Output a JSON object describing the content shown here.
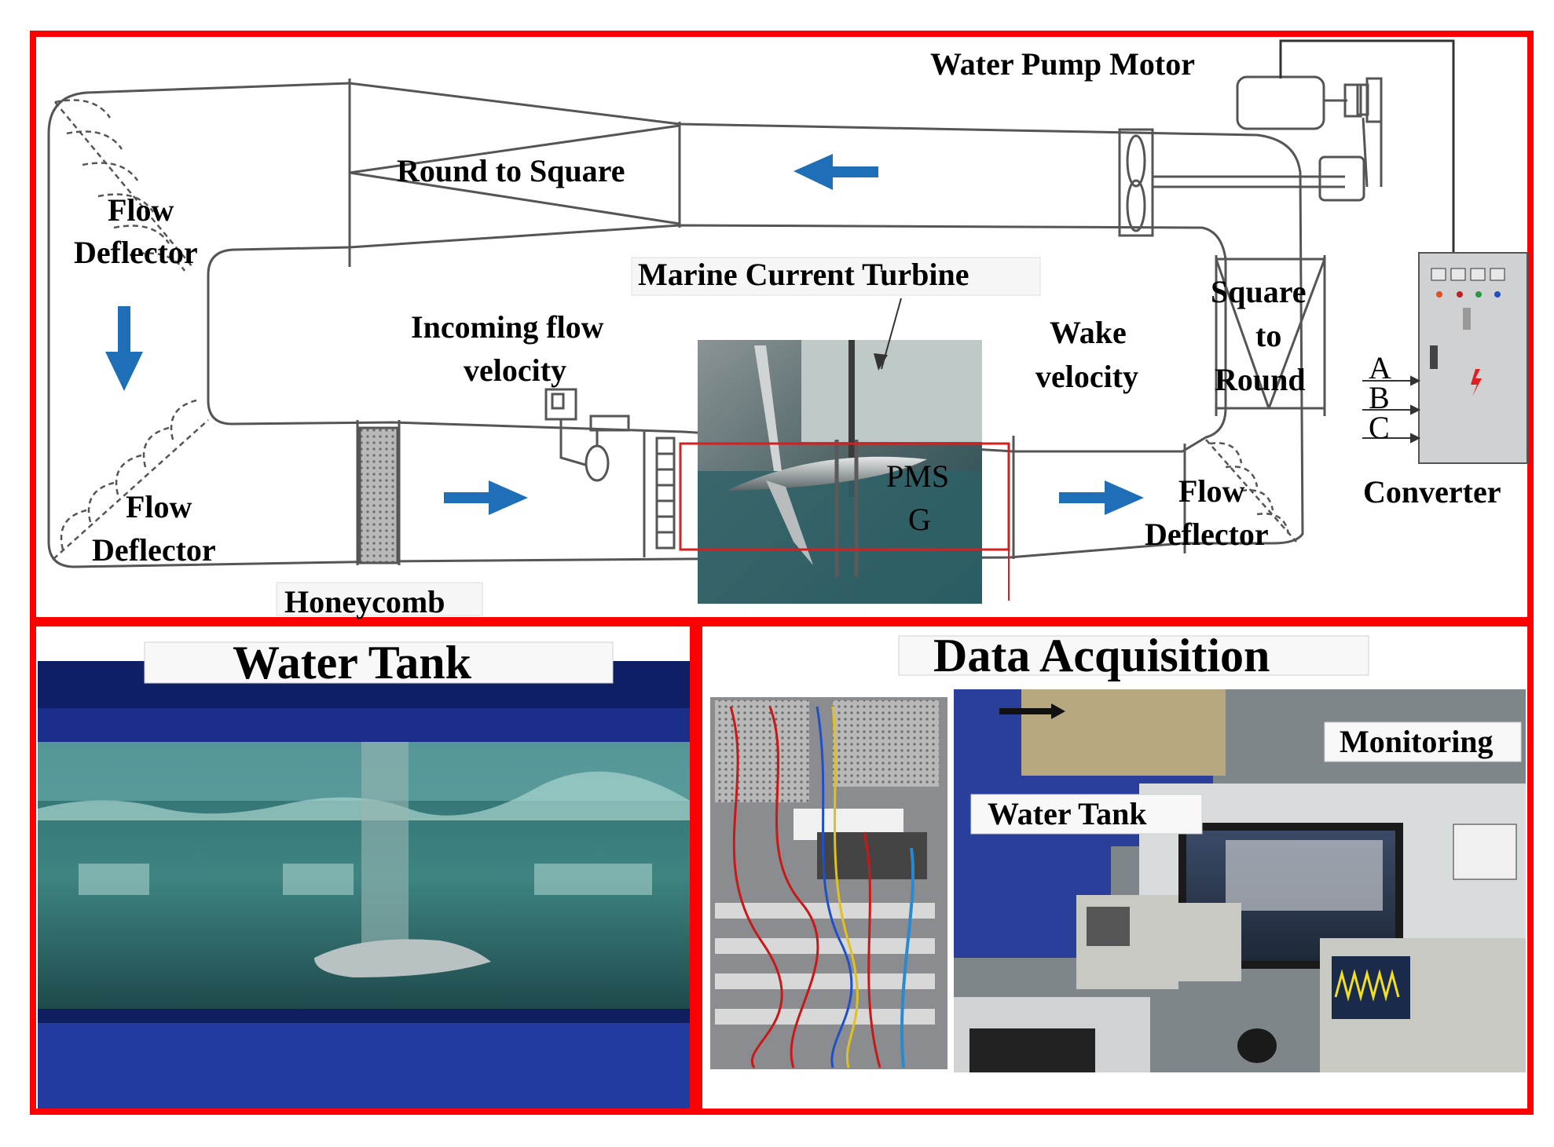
{
  "top": {
    "labels": {
      "water_pump_motor": "Water Pump Motor",
      "round_to_square": "Round to Square",
      "flow_deflector_top_1": "Flow",
      "flow_deflector_top_2": "Deflector",
      "marine_current_turbine": "Marine Current Turbine",
      "incoming_flow_1": "Incoming flow",
      "incoming_flow_2": "velocity",
      "wake_1": "Wake",
      "wake_2": "velocity",
      "square_to_round_1": "Square",
      "square_to_round_2": "to",
      "square_to_round_3": "Round",
      "flow_deflector_bl_1": "Flow",
      "flow_deflector_bl_2": "Deflector",
      "flow_deflector_br_1": "Flow",
      "flow_deflector_br_2": "Deflector",
      "honeycomb": "Honeycomb",
      "pmsg_1": "PMS",
      "pmsg_2": "G",
      "phase_a": "A",
      "phase_b": "B",
      "phase_c": "C",
      "converter": "Converter"
    }
  },
  "bottom_left": {
    "title": "Water Tank"
  },
  "bottom_right": {
    "title": "Data Acquisition",
    "label_monitoring": "Monitoring",
    "label_water_tank": "Water Tank"
  },
  "colors": {
    "frame_red": "#ff0000",
    "arrow_blue": "#1f6fb8",
    "tank_blue": "#1b2e8a",
    "water_teal": "#3f8a86"
  }
}
